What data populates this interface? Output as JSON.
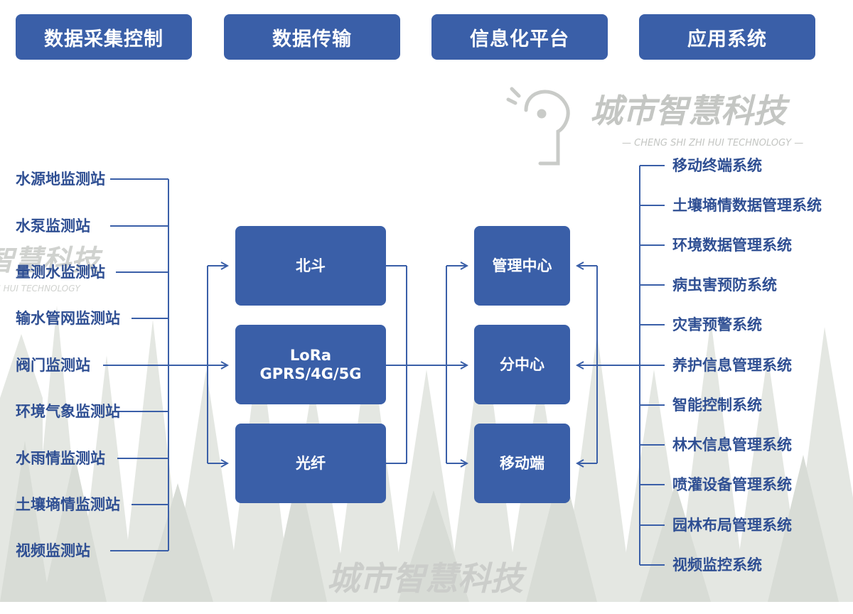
{
  "headers": [
    "数据采集控制",
    "数据传输",
    "信息化平台",
    "应用系统"
  ],
  "stations": [
    "水源地监测站",
    "水泵监测站",
    "量测水监测站",
    "输水管网监测站",
    "阀门监测站",
    "环境气象监测站",
    "水雨情监测站",
    "土壤墒情监测站",
    "视频监测站"
  ],
  "transmission": [
    {
      "lines": [
        "北斗"
      ]
    },
    {
      "lines": [
        "LoRa",
        "GPRS/4G/5G"
      ]
    },
    {
      "lines": [
        "光纤"
      ]
    }
  ],
  "platform": [
    "管理中心",
    "分中心",
    "移动端"
  ],
  "systems": [
    "移动终端系统",
    "土壤墒情数据管理系统",
    "环境数据管理系统",
    "病虫害预防系统",
    "灾害预警系统",
    "养护信息管理系统",
    "智能控制系统",
    "林木信息管理系统",
    "喷灌设备管理系统",
    "园林布局管理系统",
    "视频监控系统"
  ],
  "watermark": {
    "brand": "城市智慧科技",
    "tagline": "CHENG SHI ZHI HUI TECHNOLOGY"
  },
  "colors": {
    "primary": "#3a5fa8",
    "text": "#2f4f93",
    "line": "#3a5fa8",
    "forest": "#dfe3de"
  }
}
